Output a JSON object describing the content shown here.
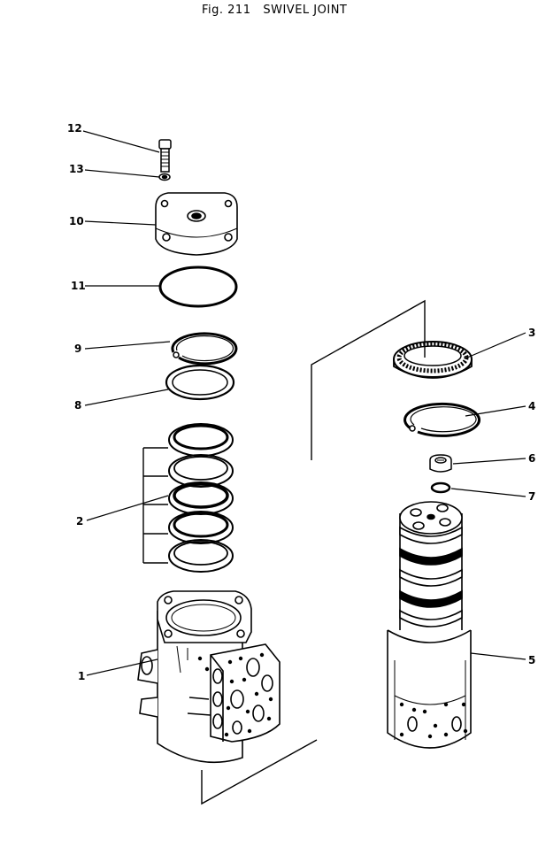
{
  "figure": {
    "title": "Fig. 211   SWIVEL JOINT"
  },
  "callouts": {
    "c1": "1",
    "c2": "2",
    "c3": "3",
    "c4": "4",
    "c5": "5",
    "c6": "6",
    "c7": "7",
    "c8": "8",
    "c9": "9",
    "c10": "10",
    "c11": "11",
    "c12": "12",
    "c13": "13"
  },
  "colors": {
    "ink": "#000000",
    "paper": "#ffffff"
  }
}
